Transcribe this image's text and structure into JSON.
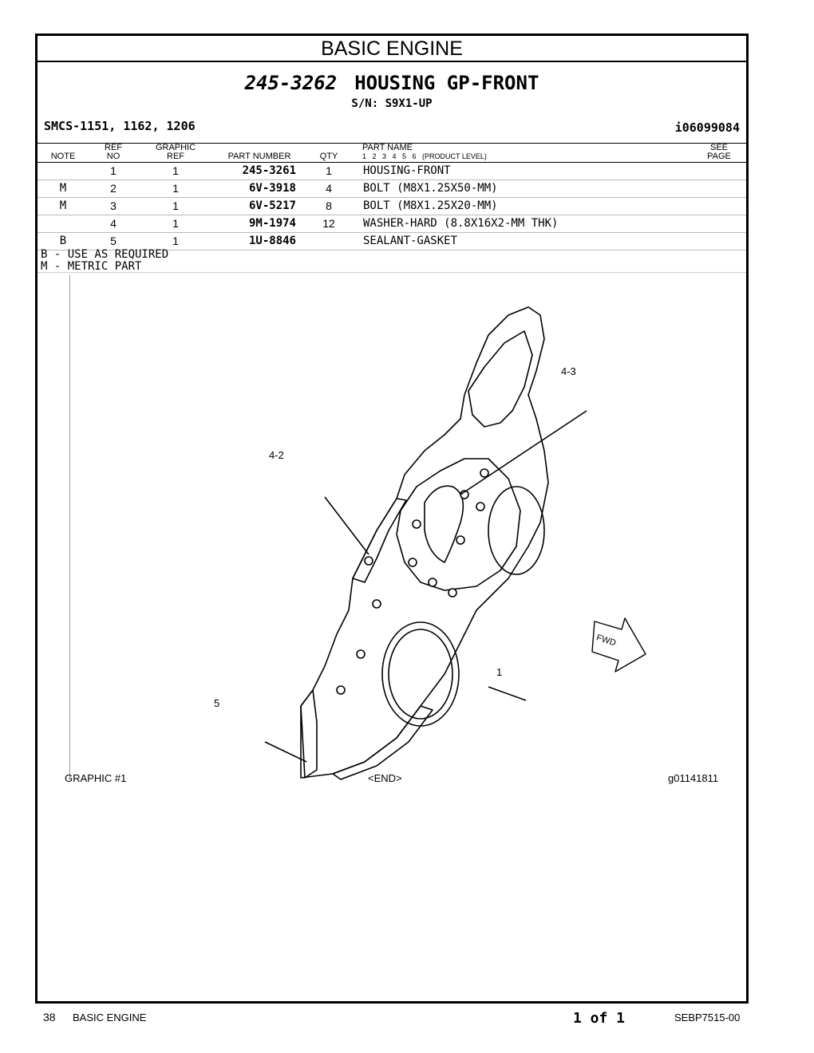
{
  "section_title": "BASIC ENGINE",
  "group": {
    "part_number": "245-3262",
    "name": "HOUSING GP-FRONT",
    "serial": "S/N: S9X1-UP"
  },
  "smcs": "SMCS-1151, 1162, 1206",
  "illustration_id": "i06099084",
  "columns": {
    "note": "NOTE",
    "ref_top": "REF",
    "ref_bottom": "NO",
    "graphic_top": "GRAPHIC",
    "graphic_bottom": "REF",
    "part_number": "PART NUMBER",
    "qty": "QTY",
    "part_name": "PART NAME",
    "levels": "1   2   3   4   5   6   (PRODUCT LEVEL)",
    "see_top": "SEE",
    "see_bottom": "PAGE"
  },
  "parts": [
    {
      "note": "",
      "ref": "1",
      "graphic": "1",
      "part_number": "245-3261",
      "qty": "1",
      "name": "HOUSING-FRONT"
    },
    {
      "note": "M",
      "ref": "2",
      "graphic": "1",
      "part_number": "6V-3918",
      "qty": "4",
      "name": "BOLT (M8X1.25X50-MM)"
    },
    {
      "note": "M",
      "ref": "3",
      "graphic": "1",
      "part_number": "6V-5217",
      "qty": "8",
      "name": "BOLT (M8X1.25X20-MM)"
    },
    {
      "note": "",
      "ref": "4",
      "graphic": "1",
      "part_number": "9M-1974",
      "qty": "12",
      "name": "WASHER-HARD (8.8X16X2-MM THK)"
    },
    {
      "note": "B",
      "ref": "5",
      "graphic": "1",
      "part_number": "1U-8846",
      "qty": "",
      "name": "SEALANT-GASKET"
    }
  ],
  "legend": [
    "B - USE AS REQUIRED",
    "M - METRIC PART"
  ],
  "callouts": {
    "c43": "4-3",
    "c42": "4-2",
    "c1": "1",
    "c5": "5",
    "fwd": "FWD"
  },
  "graphic_caption": "GRAPHIC #1",
  "end_marker": "<END>",
  "graphic_id": "g01141811",
  "footer": {
    "page": "38",
    "section": "BASIC ENGINE",
    "pages": "1 of 1",
    "doc_id": "SEBP7515-00"
  }
}
